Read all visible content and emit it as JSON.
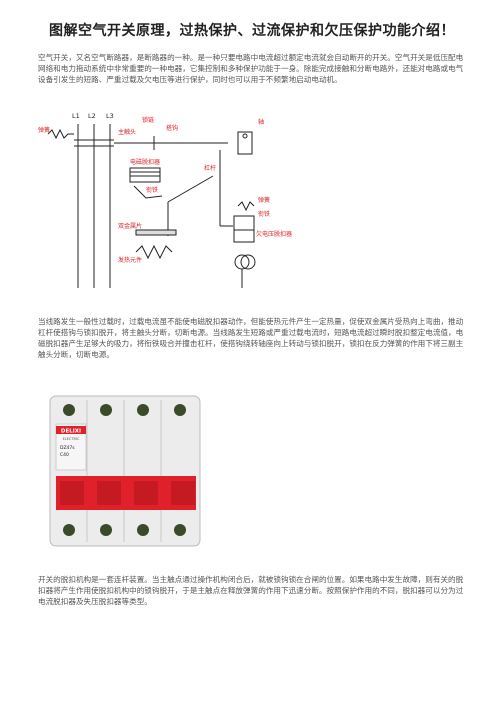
{
  "title": "图解空气开关原理，过热保护、过流保护和欠压保护功能介绍！",
  "intro": "空气开关，又名空气断路器，是断路器的一种。是一种只要电路中电流超过额定电流就会自动断开的开关。空气开关是低压配电网络和电力拖动系统中非常重要的一种电器，它集控制和多种保护功能于一身。除能完成接触和分断电路外，还能对电路或电气设备引发生的短路、严重过载及欠电压等进行保护，同时也可以用于不频繁地启动电动机。",
  "diagram": {
    "phases": [
      "L1",
      "L2",
      "L3"
    ],
    "labels": {
      "spring_left": "弹簧",
      "main_contact": "主触头",
      "lock_hook": "锁链",
      "hook": "搭钩",
      "shaft": "轴",
      "em_trip": "电磁脱扣器",
      "armature_top": "衔铁",
      "lever": "杠杆",
      "spring_right": "弹簧",
      "armature_right": "衔铁",
      "uv_trip": "欠电压脱扣器",
      "bimetal": "双金属片",
      "heater": "发热元件"
    }
  },
  "para2": "当线路发生一般性过载时，过载电流虽不能使电磁脱扣器动作，但能使热元件产生一定热量，促使双金属片受热向上弯曲，推动杠杆使搭钩与锁扣脱开，将主触头分断，切断电源。当线路发生短路或严重过载电流时，短路电流超过瞬时脱扣整定电流值，电磁脱扣器产生足够大的吸力，将衔铁吸合并撞击杠杆，使搭钩绕转轴座向上转动与锁扣脱开，锁扣在反力弹簧的作用下将三副主触头分断，切断电源。",
  "photo": {
    "brand": "DELIXI",
    "brand_sub": "ELECTRIC",
    "model": "DZ47s",
    "rating": "C40",
    "poles": 4,
    "colors": {
      "body": "#ececec",
      "red": "#e0202a",
      "terminal": "#3b4a2a"
    }
  },
  "para3": "开关的脱扣机构是一套连杆装置。当主触点通过操作机构闭合后，就被锁钩锁在合闸的位置。如果电路中发生故障，则有关的脱扣器将产生作用使脱扣机构中的锁钩脱开，于是主触点在释放弹簧的作用下迅速分断。按照保护作用的不同，脱扣器可以分为过电流脱扣器及失压脱扣器等类型。"
}
